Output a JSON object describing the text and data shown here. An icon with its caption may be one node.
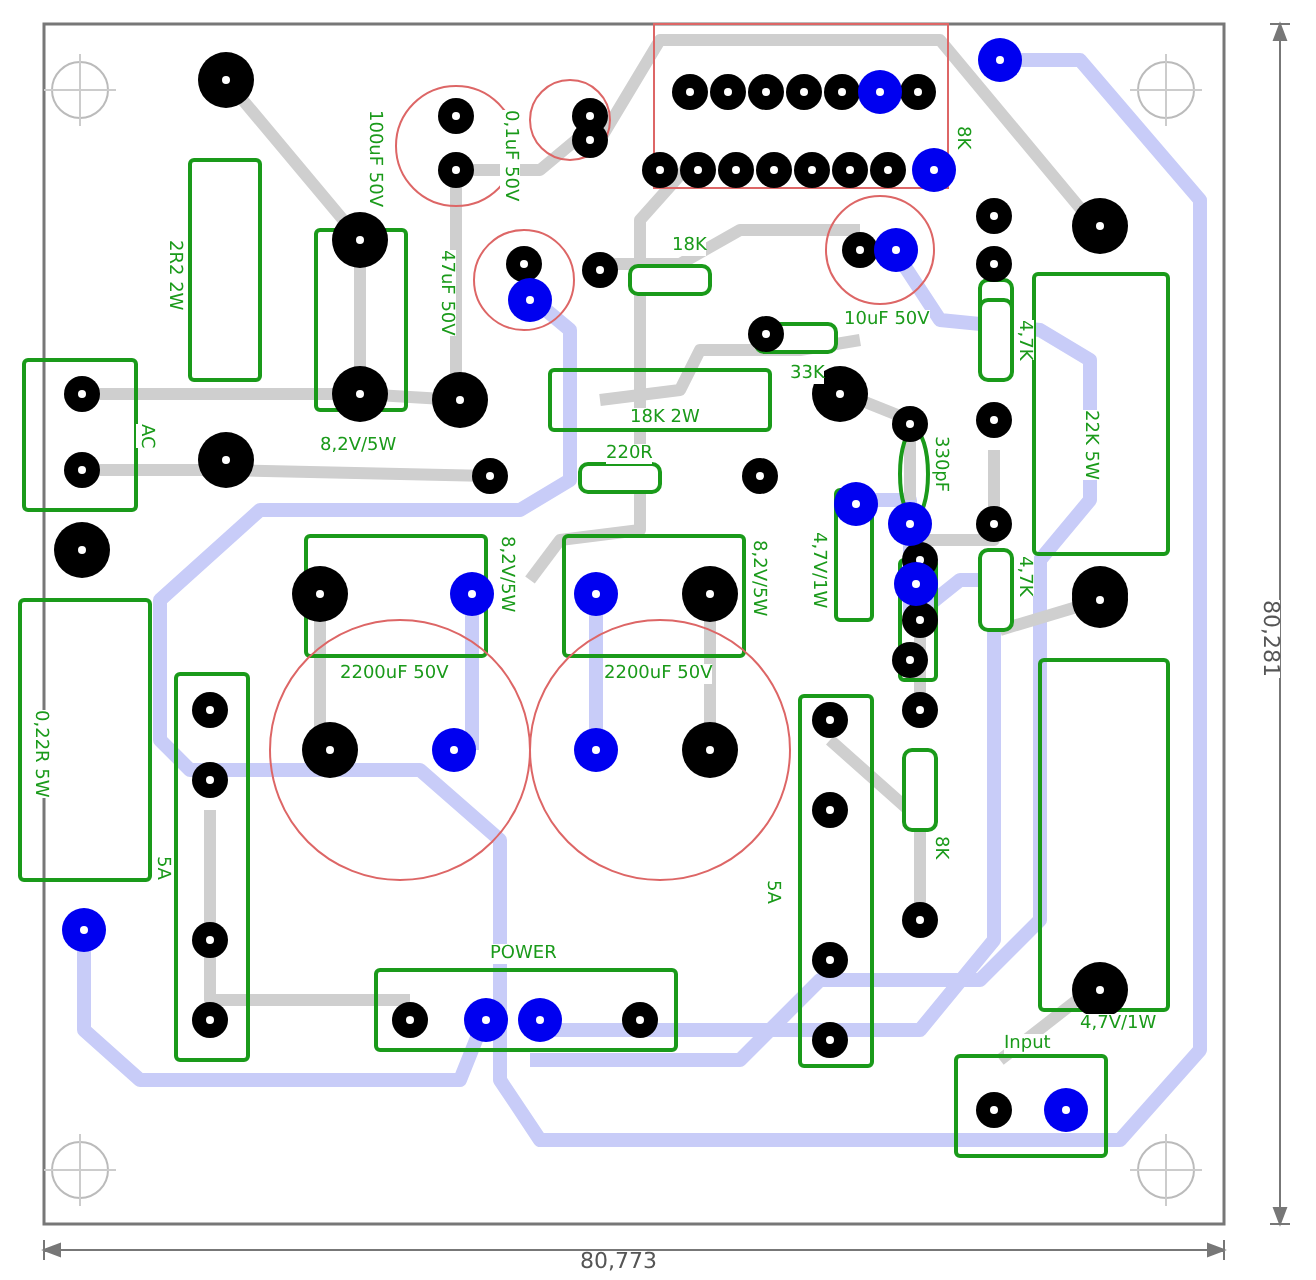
{
  "diagram": {
    "labels": [
      "2R2 2W",
      "8,2V/5W",
      "100uF 50V",
      "0,1uF 50V",
      "47uF 50V",
      "18K",
      "10uF 50V",
      "33K",
      "18K 2W",
      "220R",
      "AC",
      "8K",
      "4,7K",
      "330pF",
      "22K 5W",
      "4,7V/1W",
      "4,7K",
      "8,2V/5W",
      "8,2V/5W",
      "2200uF 50V",
      "2200uF 50V",
      "0,22R 5W",
      "5A",
      "5A",
      "8K",
      "POWER",
      "4,7V/1W",
      "Input",
      "80,773",
      "80,281"
    ]
  }
}
